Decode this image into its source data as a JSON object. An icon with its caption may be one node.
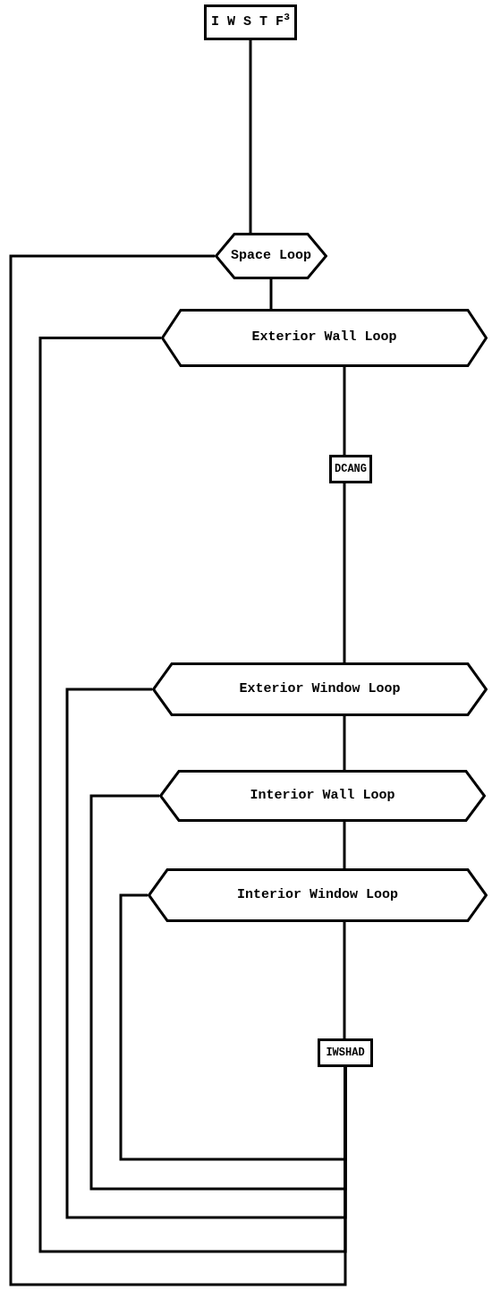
{
  "diagram": {
    "nodes": [
      {
        "text": [
          "I W S T F$^{3}$"
        ]
      },
      {
        "text": [
          "Space Loop"
        ]
      },
      {
        "text": [
          "Exterior Wall Loop"
        ]
      },
      {
        "text": [
          "DCANG"
        ]
      },
      {
        "text": [
          "Exterior Window Loop"
        ]
      },
      {
        "text": [
          "Interior Wall Loop"
        ]
      },
      {
        "text": [
          "Interior Window Loop"
        ]
      },
      {
        "text": [
          "IWSHAD"
        ]
      }
    ],
    "edges": [
      {
        "from": 0,
        "to": 1,
        "arrow": "none"
      },
      {
        "from": 1,
        "to": 2,
        "arrow": "none"
      },
      {
        "from": 2,
        "to": 3,
        "arrow": "none"
      },
      {
        "from": 3,
        "to": 4,
        "arrow": "none"
      },
      {
        "from": 4,
        "to": 5,
        "arrow": "none"
      },
      {
        "from": 5,
        "to": 6,
        "arrow": "none"
      },
      {
        "from": 6,
        "to": 7,
        "arrow": "none"
      },
      {
        "from": 7,
        "to": 6,
        "arrow": "none"
      },
      {
        "from": 7,
        "to": 5,
        "arrow": "none"
      },
      {
        "from": 7,
        "to": 4,
        "arrow": "none"
      },
      {
        "from": 7,
        "to": 2,
        "arrow": "none"
      },
      {
        "from": 7,
        "to": 1,
        "arrow": "none"
      }
    ]
  }
}
